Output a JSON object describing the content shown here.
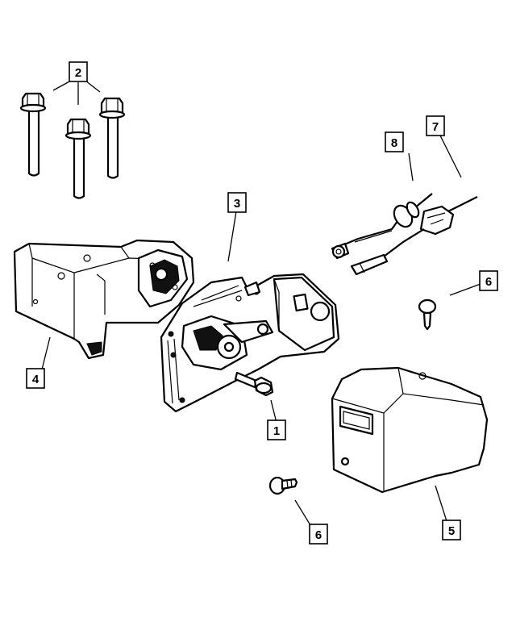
{
  "callouts": [
    {
      "id": "c1",
      "label": "1"
    },
    {
      "id": "c2",
      "label": "2"
    },
    {
      "id": "c3",
      "label": "3"
    },
    {
      "id": "c4",
      "label": "4"
    },
    {
      "id": "c5",
      "label": "5"
    },
    {
      "id": "c6a",
      "label": "6"
    },
    {
      "id": "c6b",
      "label": "6"
    },
    {
      "id": "c7",
      "label": "7"
    },
    {
      "id": "c8",
      "label": "8"
    }
  ]
}
